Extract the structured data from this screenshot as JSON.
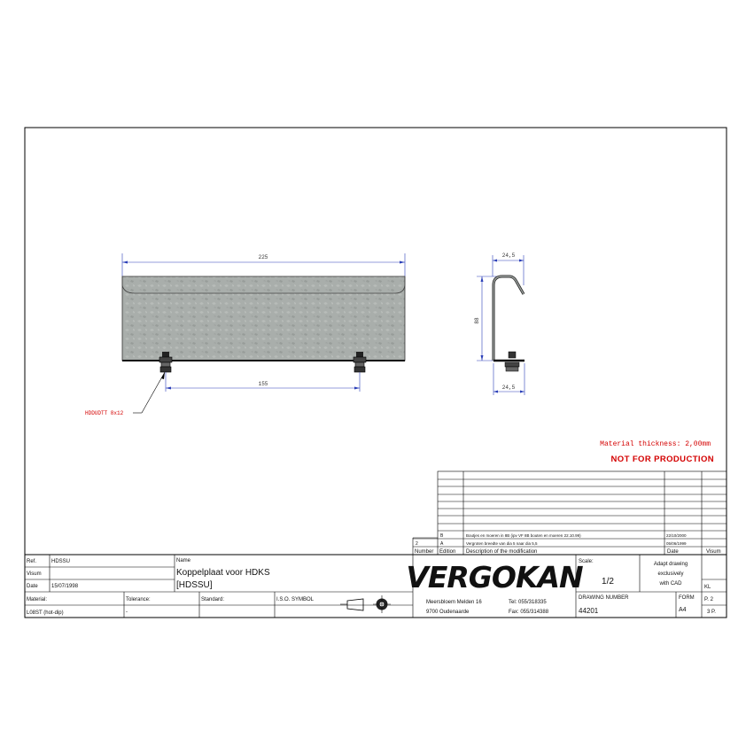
{
  "drawing": {
    "dim_length": "225",
    "dim_hole_spacing": "155",
    "dim_height": "88",
    "dim_width_top": "24,5",
    "dim_width_bottom": "24,5",
    "bolt_callout": "HDDUDTT 8x12",
    "material_thickness": "Material thickness: 2,00mm",
    "not_for_production": "NOT FOR PRODUCTION"
  },
  "revisions": {
    "rows": [
      {
        "number": "",
        "edition": "B",
        "description": "Boutjes en moeren in 8B (ipv VF 8B bouten en moeren 22.10.99)",
        "date": "22/10/2000",
        "visum": ""
      },
      {
        "number": "2",
        "edition": "A",
        "description": "Vergroten breedte van dia 5 naar dia 5,5",
        "date": "05/06/1999",
        "visum": ""
      }
    ],
    "header": {
      "number": "Number",
      "edition": "Edition",
      "description": "Description of the modification",
      "date": "Date",
      "visum": "Visum"
    }
  },
  "title_block": {
    "ref_label": "Ref.",
    "ref_value": "HDSSU",
    "visum_label": "Visum",
    "date_label": "Date",
    "date_value": "15/07/1998",
    "name_label": "Name",
    "name_line1": "Koppelplaat voor HDKS",
    "name_line2": "[HDSSU]",
    "material_label": "Material:",
    "material_value": "L08ST (hot-dip)",
    "tolerance_label": "Tolerance:",
    "tolerance_value": "-",
    "standard_label": "Standard:",
    "iso_label": "I.S.O. SYMBOL",
    "company": "VERGOKAN",
    "address1": "Meersbloem Melden 16",
    "address2": "9700 Oudenaarde",
    "tel": "Tel: 055/318335",
    "fax": "Fax: 055/314388",
    "scale_label": "Scale:",
    "scale_value": "1/2",
    "note1": "Adapt drawing",
    "note2": "exclusively",
    "note3": "with CAD",
    "kl": "KL",
    "drawing_number_label": "DRAWING NUMBER",
    "drawing_number_value": "44201",
    "format_label": "FORM",
    "format_value": "A4",
    "page": "P. 2",
    "pages": "3 P."
  },
  "colors": {
    "plate_fill": "#a9aeab",
    "red": "#d40000",
    "dim_blue": "#2b3fb8"
  }
}
